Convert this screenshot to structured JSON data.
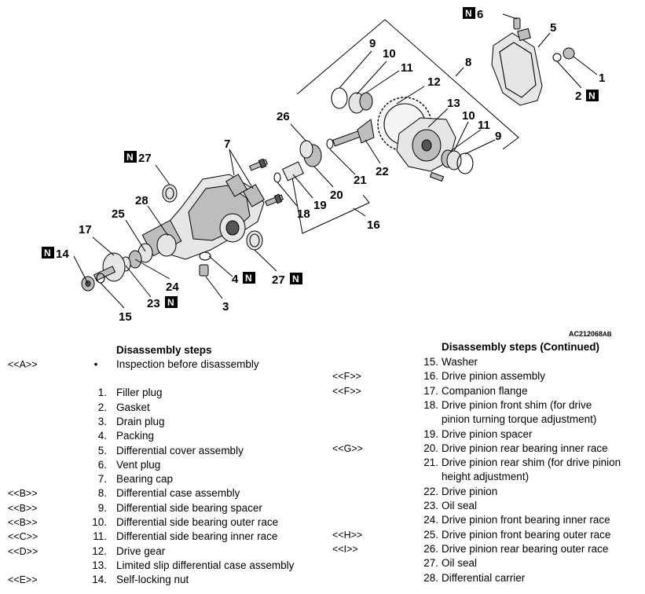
{
  "figure_code": "AC212068",
  "figure_code_suffix": "AB",
  "n_mark": "N",
  "callouts": [
    "1",
    "2",
    "3",
    "4",
    "5",
    "6",
    "7",
    "8",
    "9",
    "10",
    "11",
    "12",
    "13",
    "14",
    "15",
    "16",
    "17",
    "18",
    "19",
    "20",
    "21",
    "22",
    "23",
    "24",
    "25",
    "26",
    "27",
    "28"
  ],
  "left_column": {
    "heading": "Disassembly steps",
    "rows": [
      {
        "tag": "<<A>>",
        "num": "•",
        "text": "Inspection before disassembly"
      },
      {
        "tag": "",
        "num": "1.",
        "text": "Filler plug"
      },
      {
        "tag": "",
        "num": "2.",
        "text": "Gasket"
      },
      {
        "tag": "",
        "num": "3.",
        "text": "Drain plug"
      },
      {
        "tag": "",
        "num": "4.",
        "text": "Packing"
      },
      {
        "tag": "",
        "num": "5.",
        "text": "Differential cover assembly"
      },
      {
        "tag": "",
        "num": "6.",
        "text": "Vent plug"
      },
      {
        "tag": "",
        "num": "7.",
        "text": "Bearing cap"
      },
      {
        "tag": "<<B>>",
        "num": "8.",
        "text": "Differential case assembly"
      },
      {
        "tag": "<<B>>",
        "num": "9.",
        "text": "Differential side bearing spacer"
      },
      {
        "tag": "<<B>>",
        "num": "10.",
        "text": "Differential side bearing outer race"
      },
      {
        "tag": "<<C>>",
        "num": "11.",
        "text": "Differential side bearing inner race"
      },
      {
        "tag": "<<D>>",
        "num": "12.",
        "text": "Drive gear"
      },
      {
        "tag": "",
        "num": "13.",
        "text": "Limited slip differential case assembly"
      },
      {
        "tag": "<<E>>",
        "num": "14.",
        "text": "Self-locking nut"
      }
    ]
  },
  "right_column": {
    "heading": "Disassembly steps (Continued)",
    "rows": [
      {
        "tag": "",
        "num": "15.",
        "text": "Washer"
      },
      {
        "tag": "<<F>>",
        "num": "16.",
        "text": "Drive pinion assembly"
      },
      {
        "tag": "<<F>>",
        "num": "17.",
        "text": "Companion flange"
      },
      {
        "tag": "",
        "num": "18.",
        "text": "Drive pinion front shim (for drive",
        "cont": "pinion turning torque adjustment)"
      },
      {
        "tag": "",
        "num": "19.",
        "text": "Drive pinion spacer"
      },
      {
        "tag": "<<G>>",
        "num": "20.",
        "text": "Drive pinion rear bearing inner race"
      },
      {
        "tag": "",
        "num": "21.",
        "text": "Drive pinion rear shim (for drive pinion",
        "cont": "height adjustment)"
      },
      {
        "tag": "",
        "num": "22.",
        "text": "Drive pinion"
      },
      {
        "tag": "",
        "num": "23.",
        "text": "Oil seal"
      },
      {
        "tag": "",
        "num": "24.",
        "text": "Drive pinion front bearing inner race"
      },
      {
        "tag": "<<H>>",
        "num": "25.",
        "text": "Drive pinion front bearing outer race"
      },
      {
        "tag": "<<I>>",
        "num": "26.",
        "text": "Drive pinion rear bearing outer race"
      },
      {
        "tag": "",
        "num": "27.",
        "text": "Oil seal"
      },
      {
        "tag": "",
        "num": "28.",
        "text": "Differential carrier"
      }
    ]
  }
}
